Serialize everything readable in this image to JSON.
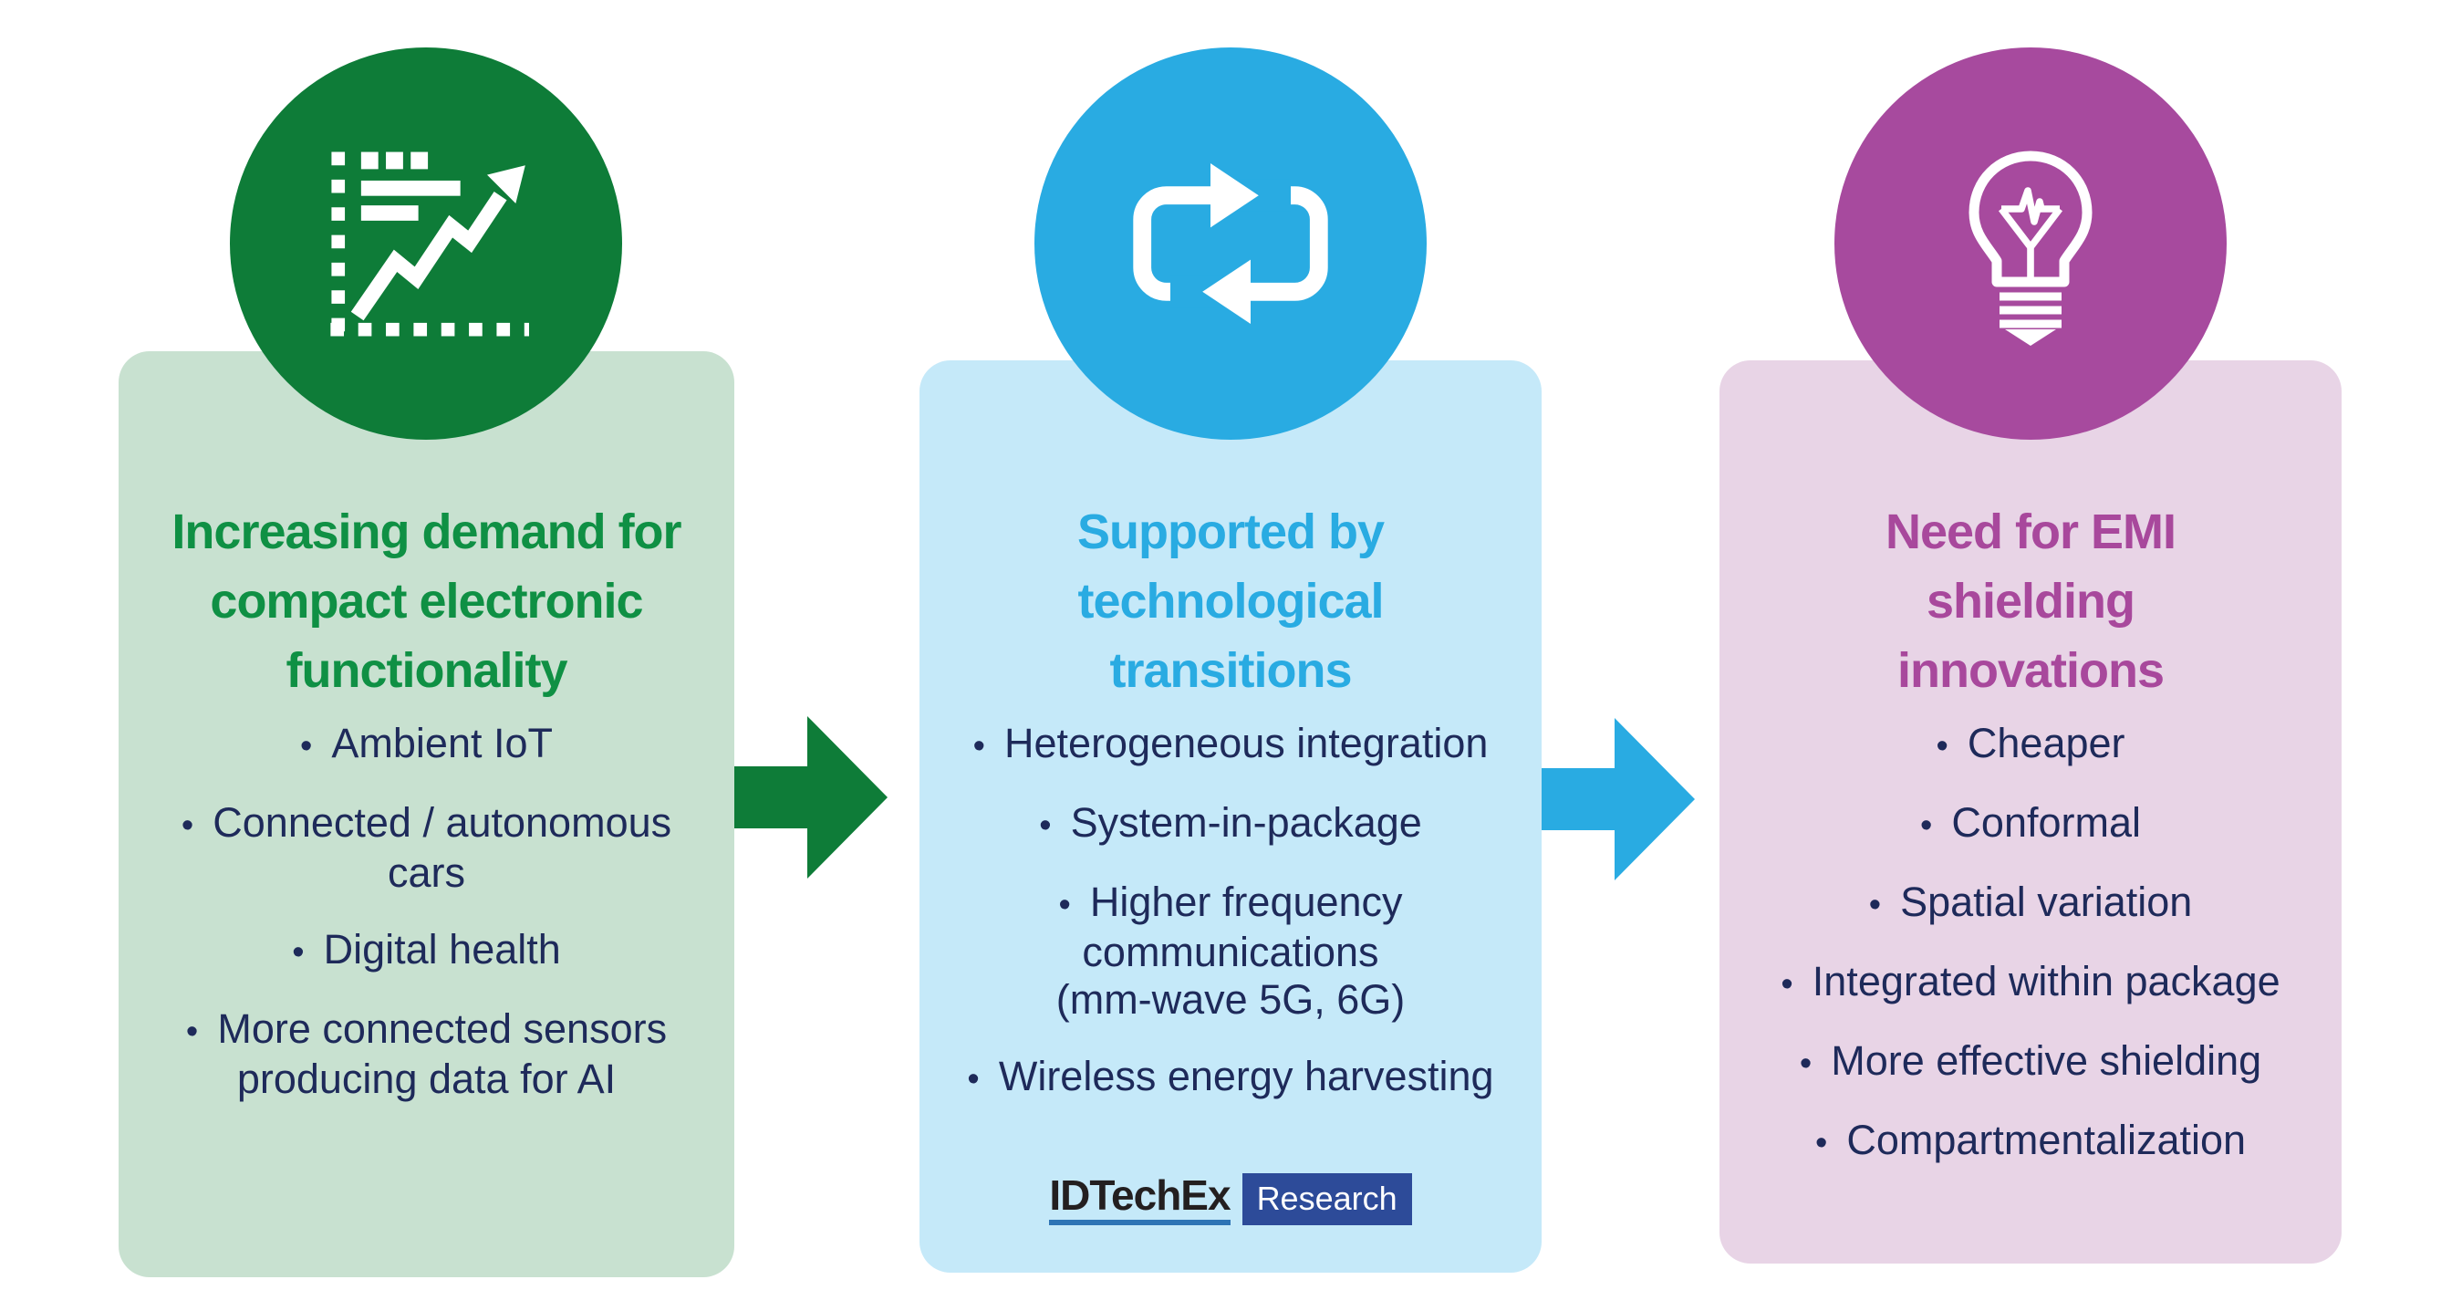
{
  "theme": {
    "background": "#ffffff",
    "text": "#1e2a5a"
  },
  "columns": [
    {
      "icon": "growth-chart-icon",
      "title": "Increasing demand for\ncompact electronic\nfunctionality",
      "bullets": [
        "Ambient IoT",
        "Connected / autonomous\ncars",
        "Digital health",
        "More connected sensors\nproducing data for AI"
      ],
      "theme": {
        "accent": "#0e7c38",
        "heading": "#0f9044",
        "card_bg": "#c8e1d0"
      }
    },
    {
      "icon": "loop-arrows-icon",
      "title": "Supported by\ntechnological\ntransitions",
      "bullets": [
        "Heterogeneous integration",
        "System-in-package",
        "Higher frequency\ncommunications\n(mm-wave 5G, 6G)",
        "Wireless energy harvesting"
      ],
      "theme": {
        "accent": "#29abe2",
        "heading": "#29abe2",
        "card_bg": "#c5e9f9"
      }
    },
    {
      "icon": "lightbulb-icon",
      "title": "Need for EMI\nshielding\ninnovations",
      "bullets": [
        "Cheaper",
        "Conformal",
        "Spatial variation",
        "Integrated within package",
        "More effective shielding",
        "Compartmentalization"
      ],
      "theme": {
        "accent": "#a74a9e",
        "heading": "#a8489c",
        "card_bg": "#e8d4e6"
      }
    }
  ],
  "arrows": [
    {
      "color": "#0e7c38"
    },
    {
      "color": "#29abe2"
    }
  ],
  "logo": {
    "brand": "IDTechEx",
    "suffix": "Research",
    "text_color": "#231f20",
    "underline_color": "#2e74b5",
    "box_bg": "#2d4b99",
    "box_text": "#ffffff"
  }
}
